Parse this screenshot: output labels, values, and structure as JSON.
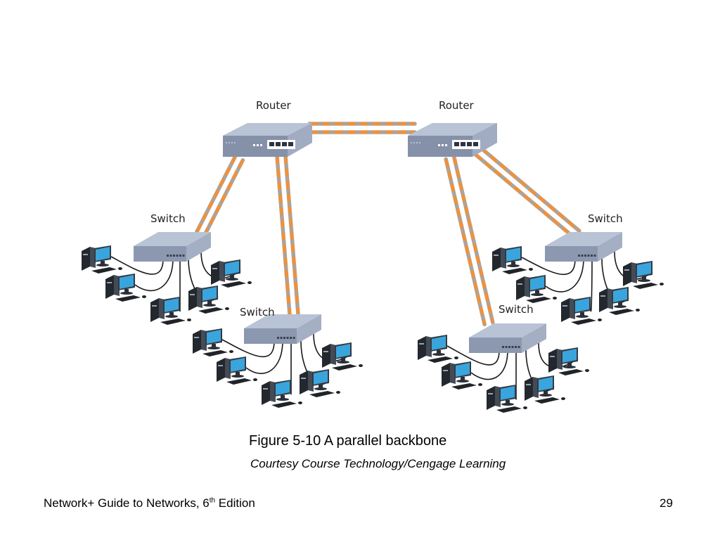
{
  "diagram": {
    "routers": [
      {
        "id": "router-left",
        "label": "Router"
      },
      {
        "id": "router-right",
        "label": "Router"
      }
    ],
    "switches": [
      {
        "id": "switch-1",
        "label": "Switch",
        "router": "router-left"
      },
      {
        "id": "switch-2",
        "label": "Switch",
        "router": "router-left"
      },
      {
        "id": "switch-3",
        "label": "Switch",
        "router": "router-right"
      },
      {
        "id": "switch-4",
        "label": "Switch",
        "router": "router-right"
      }
    ],
    "workstations_per_switch": 5,
    "link_color": "#f0913a",
    "device_color": "#b9c3d6"
  },
  "caption": {
    "title": "Figure 5-10 A parallel backbone",
    "credit": "Courtesy Course Technology/Cengage Learning"
  },
  "footer": {
    "book_title": "Network+ Guide to Networks, 6",
    "edition_ordinal": "th",
    "edition_word": " Edition",
    "page_number": "29"
  }
}
